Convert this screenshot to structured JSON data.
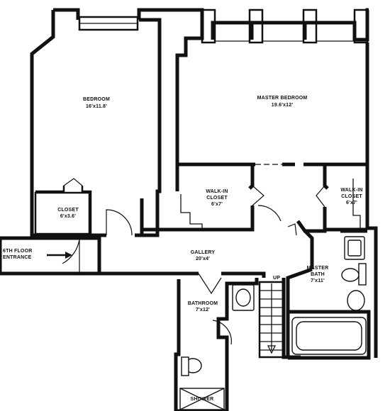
{
  "rooms": {
    "bedroom": {
      "name": "BEDROOM",
      "size": "16'x11.8'"
    },
    "master_bedroom": {
      "name": "MASTER BEDROOM",
      "size": "19.6'x12'"
    },
    "walkin_left": {
      "name": "WALK-IN",
      "name2": "CLOSET",
      "size": "6'x7'"
    },
    "walkin_right": {
      "name": "WALK-IN",
      "name2": "CLOSET",
      "size": "6'x7'"
    },
    "closet": {
      "name": "CLOSET",
      "size": "6'x3.6'"
    },
    "gallery": {
      "name": "GALLERY",
      "size": "20'x4'"
    },
    "master_bath": {
      "name": "MASTER",
      "name2": "BATH",
      "size": "7'x11'"
    },
    "bathroom": {
      "name": "BATHROOM",
      "size": "7'x12'"
    },
    "shower": {
      "name": "SHOWER"
    }
  },
  "entrance": {
    "line1": "6TH FLOOR",
    "line2": "ENTRANCE"
  },
  "stairs": {
    "label": "UP"
  }
}
